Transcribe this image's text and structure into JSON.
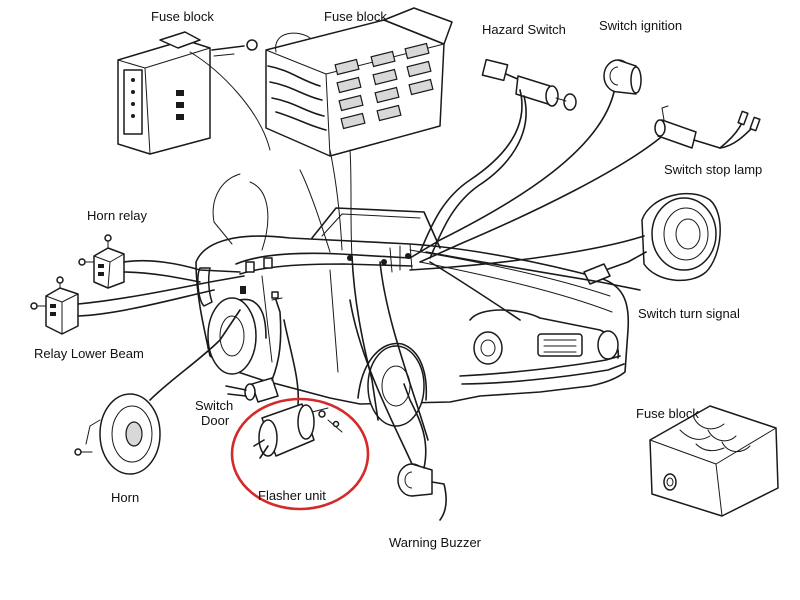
{
  "labels": {
    "fuse_block_top_left": "Fuse block",
    "fuse_block_top_center": "Fuse block",
    "hazard_switch": "Hazard Switch",
    "switch_ignition": "Switch ignition",
    "switch_stop_lamp": "Switch stop lamp",
    "horn_relay": "Horn relay",
    "relay_lower_beam": "Relay Lower Beam",
    "switch_turn_signal": "Switch turn signal",
    "switch_door_line1": "Switch",
    "switch_door_line2": "Door",
    "fuse_block_right": "Fuse block",
    "horn": "Horn",
    "flasher_unit": "Flasher unit",
    "warning_buzzer": "Warning Buzzer"
  },
  "highlight": {
    "target": "Flasher unit",
    "color": "#d42a2a"
  },
  "colors": {
    "line": "#1a1a1a",
    "background": "#ffffff"
  }
}
